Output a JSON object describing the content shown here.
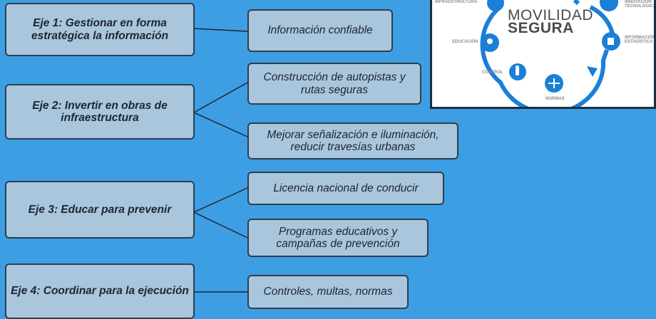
{
  "ejes": [
    {
      "label": "Eje 1: Gestionar en forma estratégica la información",
      "items": [
        "Información confiable"
      ]
    },
    {
      "label": "Eje 2: Invertir en obras de infraestructura",
      "items": [
        "Construcción de autopistas y rutas seguras",
        "Mejorar señalización e iluminación, reducir travesías urbanas"
      ]
    },
    {
      "label": "Eje 3: Educar para prevenir",
      "items": [
        "Licencia nacional de conducir",
        "Programas educativos y campañas de prevención"
      ]
    },
    {
      "label": "Eje 4: Coordinar para la ejecución",
      "items": [
        "Controles, multas, normas"
      ]
    }
  ],
  "infographic": {
    "title_line1": "MOVILIDAD",
    "title_line2": "SEGURA",
    "labels": {
      "infraestructura": "INFRAESTRUCTURA",
      "educacion": "EDUCACIÓN",
      "control": "CONTROL",
      "normas": "NORMAS",
      "innovacion": "INNOVACIÓN TECNOLÓGICA",
      "informacion": "INFORMACIÓN ESTADÍSTICA"
    }
  },
  "colors": {
    "background": "#3d9ee3",
    "box_fill": "#a9c6dc",
    "box_border": "#2b3f52",
    "icon_blue": "#1a7fd6"
  }
}
